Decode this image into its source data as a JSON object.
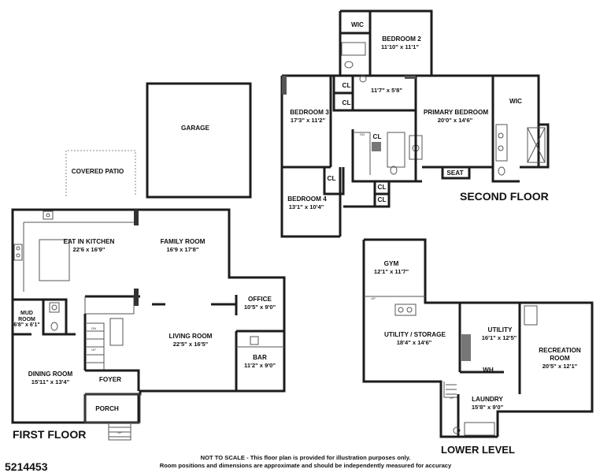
{
  "listing_id": "5214453",
  "note_line1": "NOT TO SCALE - This floor plan is provided for illustration purposes only.",
  "note_line2": "Room positions and dimensions are approximate and should be independently measured for accuracy",
  "floors": {
    "first": "FIRST FLOOR",
    "second": "SECOND FLOOR",
    "lower": "LOWER LEVEL"
  },
  "rooms": {
    "garage": "GARAGE",
    "covered_patio": "COVERED PATIO",
    "eat_in_kitchen": {
      "name": "EAT IN KITCHEN",
      "dim": "22'6 x 16'9\""
    },
    "family_room": {
      "name": "FAMILY ROOM",
      "dim": "16'9 x 17'8\""
    },
    "office": {
      "name": "OFFICE",
      "dim": "10'5\" x 9'0\""
    },
    "living_room": {
      "name": "LIVING ROOM",
      "dim": "22'5\" x 16'5\""
    },
    "bar": {
      "name": "BAR",
      "dim": "11'2\" x 9'0\""
    },
    "mud_room": {
      "name1": "MUD",
      "name2": "ROOM",
      "dim": "6'8\" x 6'1\""
    },
    "dining_room": {
      "name": "DINING ROOM",
      "dim": "15'11\" x 13'4\""
    },
    "foyer": "FOYER",
    "porch": "PORCH",
    "wic_upper": "WIC",
    "bedroom2": {
      "name": "BEDROOM 2",
      "dim": "11'10\" x 11'1\""
    },
    "hall_bath_dim": "11'7\" x 5'8\"",
    "bedroom3": {
      "name": "BEDROOM 3",
      "dim": "17'3\" x 11'2\""
    },
    "primary_bedroom": {
      "name": "PRIMARY BEDROOM",
      "dim": "20'0\" x 14'6\""
    },
    "wic_primary": "WIC",
    "seat": "SEAT",
    "bedroom4": {
      "name": "BEDROOM 4",
      "dim": "13'1\" x 10'4\""
    },
    "cl": "CL",
    "gym": {
      "name": "GYM",
      "dim": "12'1\" x 11'7\""
    },
    "utility_storage": {
      "name": "UTILITY / STORAGE",
      "dim": "18'4\" x 14'6\""
    },
    "utility": {
      "name": "UTILITY",
      "dim": "16'1\" x 12'5\""
    },
    "recreation_room": {
      "name1": "RECREATION",
      "name2": "ROOM",
      "dim": "20'5\" x 12'1\""
    },
    "wh": "WH",
    "laundry": {
      "name": "LAUNDRY",
      "dim": "15'8\" x 9'0\""
    }
  },
  "stair_marks": {
    "up": "UP",
    "dn": "DN"
  },
  "colors": {
    "wall": "#1c1c1c",
    "page": "#ffffff"
  }
}
